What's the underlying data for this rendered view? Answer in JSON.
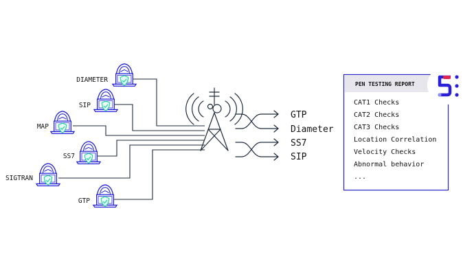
{
  "attackers": [
    {
      "label": "DIAMETER"
    },
    {
      "label": "SIP"
    },
    {
      "label": "MAP"
    },
    {
      "label": "SS7"
    },
    {
      "label": "SIGTRAN"
    },
    {
      "label": "GTP"
    }
  ],
  "protocols": [
    {
      "label": "GTP"
    },
    {
      "label": "Diameter"
    },
    {
      "label": "SS7"
    },
    {
      "label": "SIP"
    }
  ],
  "report": {
    "title": "PEN TESTING REPORT",
    "items": [
      "CAT1 Checks",
      "CAT2 Checks",
      "CAT3 Checks",
      "Location Correlation",
      "Velocity Checks",
      "Abnormal behavior",
      "..."
    ]
  },
  "colors": {
    "line": "#1e2a3a",
    "hacker": "#1d1dd6",
    "shield": "#2fd6a6",
    "report_border": "#2323c9",
    "logo_blue": "#2a1fd9",
    "logo_red": "#e0264f",
    "logo_light": "#8f8ff0"
  }
}
